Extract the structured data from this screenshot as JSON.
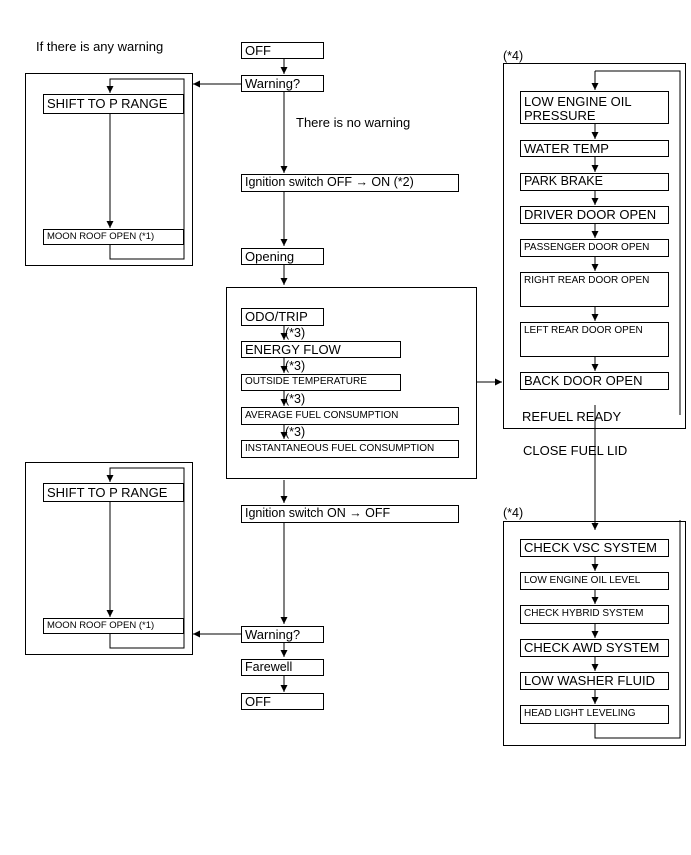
{
  "labels": {
    "if_warning": "If there is any warning",
    "no_warning": "There is no warning",
    "star4_top": "(*4)",
    "star4_bottom": "(*4)",
    "refuel_ready": "REFUEL READY",
    "close_fuel_lid": "CLOSE FUEL LID",
    "star3": "(*3)"
  },
  "main": {
    "off": "OFF",
    "warning": "Warning?",
    "ign_on": "Ignition switch OFF → ON (*2)",
    "opening": "Opening",
    "odo_trip": "ODO/TRIP",
    "energy_flow": "ENERGY FLOW",
    "outside_temp": "OUTSIDE TEMPERATURE",
    "avg_fuel": "AVERAGE FUEL CONSUMPTION",
    "inst_fuel": "INSTANTANEOUS FUEL CONSUMPTION",
    "ign_off": "Ignition switch ON → OFF",
    "warning2": "Warning?",
    "farewell": "Farewell",
    "off2": "OFF"
  },
  "left_top": {
    "shift": "SHIFT TO P RANGE",
    "moonroof": "MOON ROOF OPEN (*1)"
  },
  "left_bottom": {
    "shift": "SHIFT TO P RANGE",
    "moonroof": "MOON ROOF OPEN (*1)"
  },
  "right_top": {
    "oil_pressure": "LOW ENGINE OIL PRESSURE",
    "water_temp": "WATER TEMP",
    "park_brake": "PARK BRAKE",
    "driver_door": "DRIVER DOOR OPEN",
    "passenger_door": "PASSENGER DOOR OPEN",
    "right_rear_door": "RIGHT REAR DOOR OPEN",
    "left_rear_door": "LEFT REAR DOOR OPEN",
    "back_door": "BACK DOOR OPEN"
  },
  "right_bottom": {
    "vsc": "CHECK VSC SYSTEM",
    "oil_level": "LOW ENGINE OIL LEVEL",
    "hybrid": "CHECK HYBRID SYSTEM",
    "awd": "CHECK AWD SYSTEM",
    "washer": "LOW WASHER FLUID",
    "headlight": "HEAD LIGHT LEVELING"
  }
}
